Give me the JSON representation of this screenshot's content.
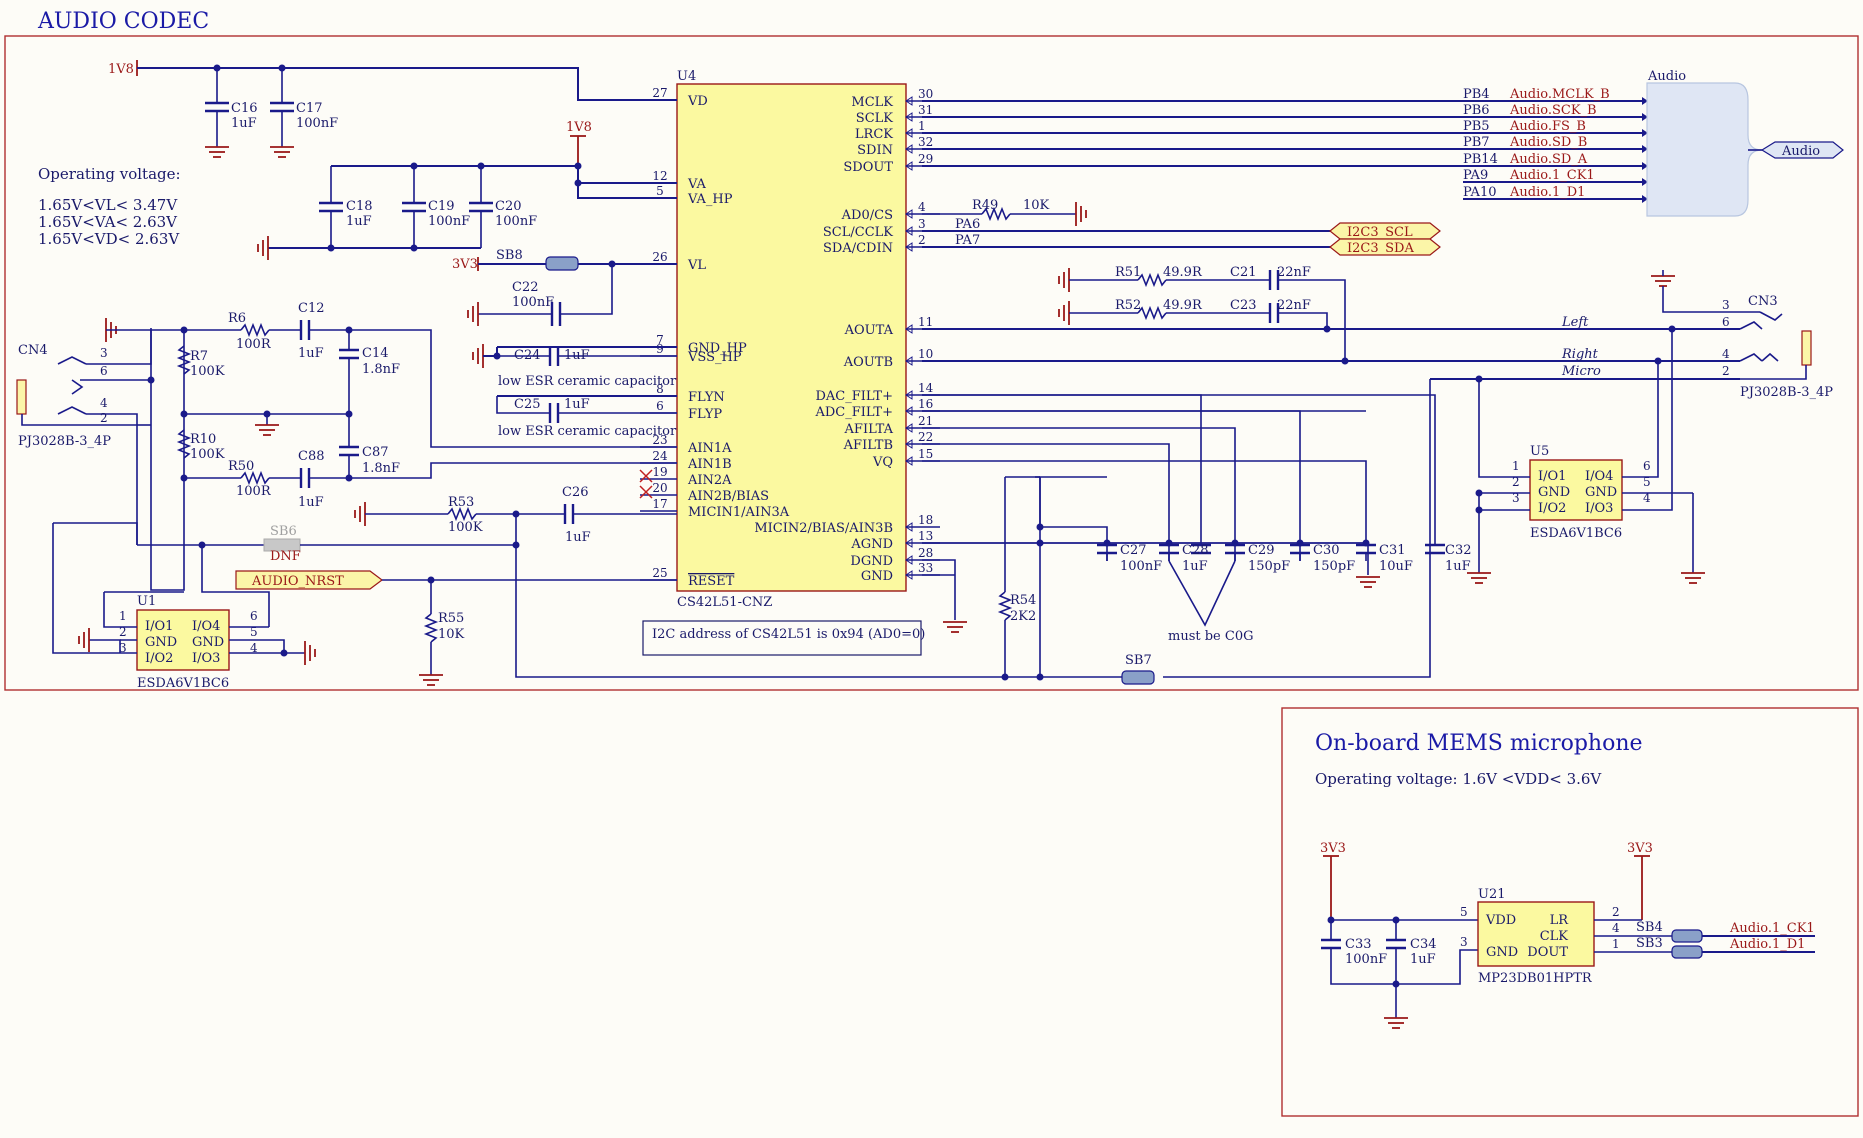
{
  "codec": {
    "title": "AUDIO CODEC",
    "opv_title": "Operating voltage:",
    "opv_lines": [
      "1.65V<VL< 3.47V",
      "1.65V<VA< 2.63V",
      "1.65V<VD< 2.63V"
    ],
    "i2c_note": "I2C address of CS42L51 is 0x94 (AD0=0)",
    "c0g_note": "must be C0G",
    "esr_note": "low ESR ceramic capacitor"
  },
  "power": {
    "v1v8": "1V8",
    "v3v3": "3V3"
  },
  "u4": {
    "ref": "U4",
    "part": "CS42L51-CNZ",
    "left_pins": [
      {
        "num": "27",
        "name": "VD"
      },
      {
        "num": "12",
        "name": "VA"
      },
      {
        "num": "5",
        "name": "VA_HP"
      },
      {
        "num": "26",
        "name": "VL"
      },
      {
        "num": "7",
        "name": "GND_HP"
      },
      {
        "num": "9",
        "name": "VSS_HP"
      },
      {
        "num": "8",
        "name": "FLYN"
      },
      {
        "num": "6",
        "name": "FLYP"
      },
      {
        "num": "23",
        "name": "AIN1A"
      },
      {
        "num": "24",
        "name": "AIN1B"
      },
      {
        "num": "19",
        "name": "AIN2A"
      },
      {
        "num": "20",
        "name": "AIN2B/BIAS"
      },
      {
        "num": "17",
        "name": "MICIN1/AIN3A"
      },
      {
        "num": "25",
        "name": "RESET"
      }
    ],
    "right_pins": [
      {
        "num": "30",
        "name": "MCLK"
      },
      {
        "num": "31",
        "name": "SCLK"
      },
      {
        "num": "1",
        "name": "LRCK"
      },
      {
        "num": "32",
        "name": "SDIN"
      },
      {
        "num": "29",
        "name": "SDOUT"
      },
      {
        "num": "4",
        "name": "AD0/CS"
      },
      {
        "num": "3",
        "name": "SCL/CCLK"
      },
      {
        "num": "2",
        "name": "SDA/CDIN"
      },
      {
        "num": "11",
        "name": "AOUTA"
      },
      {
        "num": "10",
        "name": "AOUTB"
      },
      {
        "num": "14",
        "name": "DAC_FILT+"
      },
      {
        "num": "16",
        "name": "ADC_FILT+"
      },
      {
        "num": "21",
        "name": "AFILTA"
      },
      {
        "num": "22",
        "name": "AFILTB"
      },
      {
        "num": "15",
        "name": "VQ"
      },
      {
        "num": "18",
        "name": "MICIN2/BIAS/AIN3B"
      },
      {
        "num": "13",
        "name": "AGND"
      },
      {
        "num": "28",
        "name": "DGND"
      },
      {
        "num": "33",
        "name": "GND"
      }
    ]
  },
  "audio_bus": {
    "title": "Audio",
    "port": "Audio",
    "entries": [
      {
        "pin": "PB4",
        "net": "Audio.MCLK_B",
        "sig": "MCLK_B"
      },
      {
        "pin": "PB6",
        "net": "Audio.SCK_B",
        "sig": "SCK_B"
      },
      {
        "pin": "PB5",
        "net": "Audio.FS_B",
        "sig": "FS_B"
      },
      {
        "pin": "PB7",
        "net": "Audio.SD_B",
        "sig": "SD_B"
      },
      {
        "pin": "PB14",
        "net": "Audio.SD_A",
        "sig": "SD_A"
      },
      {
        "pin": "PA9",
        "net": "Audio.1_CK1",
        "sig": "1_CK1"
      },
      {
        "pin": "PA10",
        "net": "Audio.1_D1",
        "sig": "1_D1"
      }
    ]
  },
  "i2c": {
    "scl": "I2C3_SCL",
    "sda": "I2C3_SDA",
    "pa6": "PA6",
    "pa7": "PA7"
  },
  "reset_net": "AUDIO_NRST",
  "nets": {
    "left": "Left",
    "right": "Right",
    "micro": "Micro"
  },
  "parts": {
    "C16": {
      "ref": "C16",
      "val": "1uF"
    },
    "C17": {
      "ref": "C17",
      "val": "100nF"
    },
    "C18": {
      "ref": "C18",
      "val": "1uF"
    },
    "C19": {
      "ref": "C19",
      "val": "100nF"
    },
    "C20": {
      "ref": "C20",
      "val": "100nF"
    },
    "C22": {
      "ref": "C22",
      "val": "100nF"
    },
    "C24": {
      "ref": "C24",
      "val": "1uF"
    },
    "C25": {
      "ref": "C25",
      "val": "1uF"
    },
    "C12": {
      "ref": "C12",
      "val": "1uF"
    },
    "C14": {
      "ref": "C14",
      "val": "1.8nF"
    },
    "C87": {
      "ref": "C87",
      "val": "1.8nF"
    },
    "C88": {
      "ref": "C88",
      "val": "1uF"
    },
    "C26": {
      "ref": "C26",
      "val": "1uF"
    },
    "C21": {
      "ref": "C21",
      "val": "22nF"
    },
    "C23": {
      "ref": "C23",
      "val": "22nF"
    },
    "C27": {
      "ref": "C27",
      "val": "100nF"
    },
    "C28": {
      "ref": "C28",
      "val": "1uF"
    },
    "C29": {
      "ref": "C29",
      "val": "150pF"
    },
    "C30": {
      "ref": "C30",
      "val": "150pF"
    },
    "C31": {
      "ref": "C31",
      "val": "10uF"
    },
    "C32": {
      "ref": "C32",
      "val": "1uF"
    },
    "C33": {
      "ref": "C33",
      "val": "100nF"
    },
    "C34": {
      "ref": "C34",
      "val": "1uF"
    },
    "R6": {
      "ref": "R6",
      "val": "100R"
    },
    "R7": {
      "ref": "R7",
      "val": "100K"
    },
    "R10": {
      "ref": "R10",
      "val": "100K"
    },
    "R50": {
      "ref": "R50",
      "val": "100R"
    },
    "R53": {
      "ref": "R53",
      "val": "100K"
    },
    "R49": {
      "ref": "R49",
      "val": "10K"
    },
    "R51": {
      "ref": "R51",
      "val": "49.9R"
    },
    "R52": {
      "ref": "R52",
      "val": "49.9R"
    },
    "R54": {
      "ref": "R54",
      "val": "2K2"
    },
    "R55": {
      "ref": "R55",
      "val": "10K"
    },
    "SB6": {
      "ref": "SB6",
      "val": "DNF"
    },
    "SB7": {
      "ref": "SB7"
    },
    "SB8": {
      "ref": "SB8"
    },
    "SB3": {
      "ref": "SB3"
    },
    "SB4": {
      "ref": "SB4"
    }
  },
  "cn4": {
    "ref": "CN4",
    "part": "PJ3028B-3_4P",
    "pins": [
      "3",
      "6",
      "4",
      "2"
    ]
  },
  "cn3": {
    "ref": "CN3",
    "part": "PJ3028B-3_4P",
    "pins": [
      "3",
      "6",
      "4",
      "2"
    ]
  },
  "u1": {
    "ref": "U1",
    "part": "ESDA6V1BC6",
    "pins_left": [
      "1",
      "2",
      "3"
    ],
    "pins_right": [
      "6",
      "5",
      "4"
    ],
    "names_left": [
      "I/O1",
      "GND",
      "I/O2"
    ],
    "names_right": [
      "I/O4",
      "GND",
      "I/O3"
    ]
  },
  "u5": {
    "ref": "U5",
    "part": "ESDA6V1BC6",
    "pins_left": [
      "1",
      "2",
      "3"
    ],
    "pins_right": [
      "6",
      "5",
      "4"
    ],
    "names_left": [
      "I/O1",
      "GND",
      "I/O2"
    ],
    "names_right": [
      "I/O4",
      "GND",
      "I/O3"
    ]
  },
  "mems": {
    "title": "On-board MEMS microphone",
    "opv": "Operating voltage: 1.6V <VDD< 3.6V",
    "ref": "U21",
    "part": "MP23DB01HPTR",
    "pins_left": [
      {
        "num": "5",
        "name": "VDD"
      },
      {
        "num": "3",
        "name": "GND"
      }
    ],
    "pins_right": [
      {
        "num": "2",
        "name": "LR"
      },
      {
        "num": "4",
        "name": "CLK"
      },
      {
        "num": "1",
        "name": "DOUT"
      }
    ],
    "net_ck": "Audio.1_CK1",
    "net_d": "Audio.1_D1"
  }
}
